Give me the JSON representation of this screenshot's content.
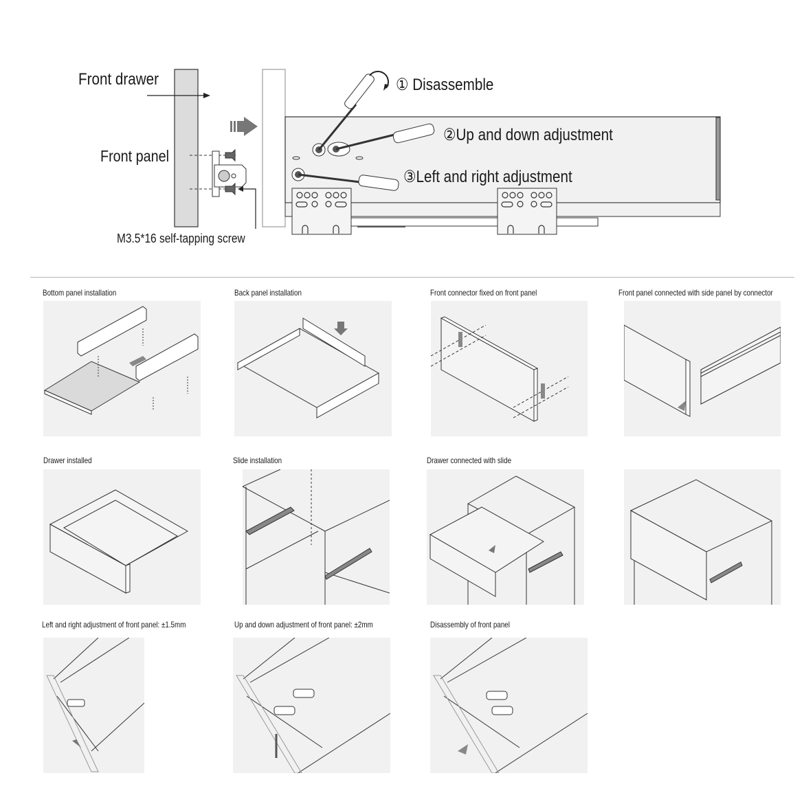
{
  "top_diagram": {
    "labels": {
      "front_drawer": "Front drawer",
      "front_panel": "Front panel",
      "screw": "M3.5*16 self-tapping screw",
      "step1": "① Disassemble",
      "step2": "②Up and down adjustment",
      "step3": "③Left and right adjustment"
    }
  },
  "colors": {
    "panel_bg": "#f1f1f1",
    "line": "#333333",
    "arrow": "#7a7a7a",
    "front_panel_fill": "#dcdcdc",
    "divider": "#b5b5b5"
  },
  "steps": [
    {
      "title": "Bottom panel installation",
      "icon": "bottom-panel-install-illustration"
    },
    {
      "title": "Back panel installation",
      "icon": "back-panel-install-illustration"
    },
    {
      "title": "Front connector fixed on front panel",
      "icon": "front-connector-illustration"
    },
    {
      "title": "Front panel connected with side panel by connector",
      "icon": "front-side-connect-illustration"
    },
    {
      "title": "Drawer installed",
      "icon": "drawer-installed-illustration"
    },
    {
      "title": "Slide installation",
      "icon": "slide-install-illustration"
    },
    {
      "title": "Drawer connected with slide",
      "icon": "drawer-slide-connect-illustration"
    },
    {
      "title": "",
      "icon": "drawer-in-cabinet-illustration"
    },
    {
      "title": "Left and right adjustment of front panel: ±1.5mm",
      "icon": "lr-adjust-illustration"
    },
    {
      "title": "Up and down adjustment of front panel: ±2mm",
      "icon": "ud-adjust-illustration"
    },
    {
      "title": "Disassembly of front panel",
      "icon": "disassembly-illustration"
    }
  ]
}
